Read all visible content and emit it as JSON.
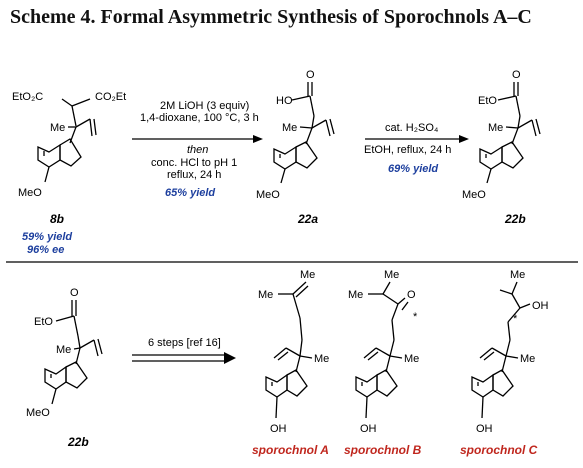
{
  "title": "Scheme 4. Formal Asymmetric Synthesis of Sporochnols A–C",
  "compounds": {
    "c8b": {
      "id": "8b",
      "yield": "59% yield",
      "ee": "96% ee",
      "ester_left": "EtO₂C",
      "ester_right": "CO₂Et",
      "me": "Me",
      "ome": "MeO"
    },
    "c22a": {
      "id": "22a",
      "acid": "HO",
      "carbonyl_o": "O",
      "me": "Me",
      "ome": "MeO"
    },
    "c22b": {
      "id": "22b",
      "ester": "EtO",
      "carbonyl_o": "O",
      "me": "Me",
      "ome": "MeO"
    },
    "c22b_bottom": {
      "id": "22b",
      "ester": "EtO",
      "carbonyl_o": "O",
      "me": "Me",
      "ome": "MeO"
    },
    "sporochnol_a": {
      "name": "sporochnol A",
      "me1": "Me",
      "me2": "Me",
      "me3": "Me",
      "oh": "OH"
    },
    "sporochnol_b": {
      "name": "sporochnol B",
      "me1": "Me",
      "me2": "Me",
      "o": "O",
      "star": "*",
      "me3": "Me",
      "oh": "OH"
    },
    "sporochnol_c": {
      "name": "sporochnol C",
      "me1": "Me",
      "oh_side": "OH",
      "star": "*",
      "me2": "Me",
      "oh": "OH"
    }
  },
  "arrows": {
    "step1": {
      "line1": "2M LiOH (3 equiv)",
      "line2": "1,4-dioxane, 100 °C, 3 h",
      "then": "then",
      "line3": "conc. HCl to pH 1",
      "line4": "reflux, 24 h",
      "yield": "65% yield"
    },
    "step2": {
      "line1": "cat. H₂SO₄",
      "line2": "EtOH, reflux, 24 h",
      "yield": "69% yield"
    },
    "step3": {
      "line1": "6 steps [ref 16]"
    }
  },
  "colors": {
    "yield_blue": "#1d3f9e",
    "name_red": "#c0271e"
  }
}
